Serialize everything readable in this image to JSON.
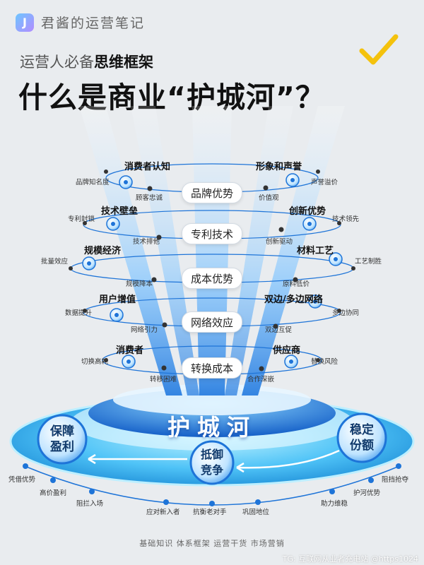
{
  "header": {
    "brand": "君酱的运营笔记",
    "subtitle_prefix": "运营人必备",
    "subtitle_bold": "思维框架",
    "title": "什么是商业“护城河”？"
  },
  "pillars": [
    "品牌优势",
    "专利技术",
    "成本优势",
    "网络效应",
    "转换成本"
  ],
  "rings": [
    {
      "left_title": "消费者认知",
      "right_title": "形象和声誉",
      "labels": [
        "品牌知名度",
        "顾客忠诚",
        "价值观",
        "声誉溢价"
      ]
    },
    {
      "left_title": "技术壁垒",
      "right_title": "创新优势",
      "labels": [
        "专利封锁",
        "技术排他",
        "创新驱动",
        "技术领先"
      ]
    },
    {
      "left_title": "规模经济",
      "right_title": "材料工艺",
      "labels": [
        "批量效应",
        "规模降本",
        "原料低价",
        "工艺制胜"
      ]
    },
    {
      "left_title": "用户增值",
      "right_title": "双边/多边网络",
      "labels": [
        "数据提升",
        "网络引力",
        "双边互促",
        "多边协同"
      ]
    },
    {
      "left_title": "消费者",
      "right_title": "供应商",
      "labels": [
        "切换高耗",
        "转移困难",
        "合作深嵌",
        "替换风险"
      ]
    }
  ],
  "moat": {
    "title": "护城河",
    "left_circle": [
      "保障",
      "盈利"
    ],
    "center_circle": [
      "抵御",
      "竞争"
    ],
    "right_circle": [
      "稳定",
      "份额"
    ]
  },
  "bottom_labels": [
    "凭借优势",
    "高价盈利",
    "阻拦入场",
    "应对新入者",
    "抗衡老对手",
    "巩固地位",
    "助力维稳",
    "护河优势",
    "阻挡抢夺"
  ],
  "footer": "基础知识  体系框架  运营干货  市场营销",
  "watermark": "TG: 互联网从业者充电站 @https1024",
  "colors": {
    "accent": "#1e74d8",
    "check": "#f4c20d",
    "water": "#4fc3f7"
  }
}
